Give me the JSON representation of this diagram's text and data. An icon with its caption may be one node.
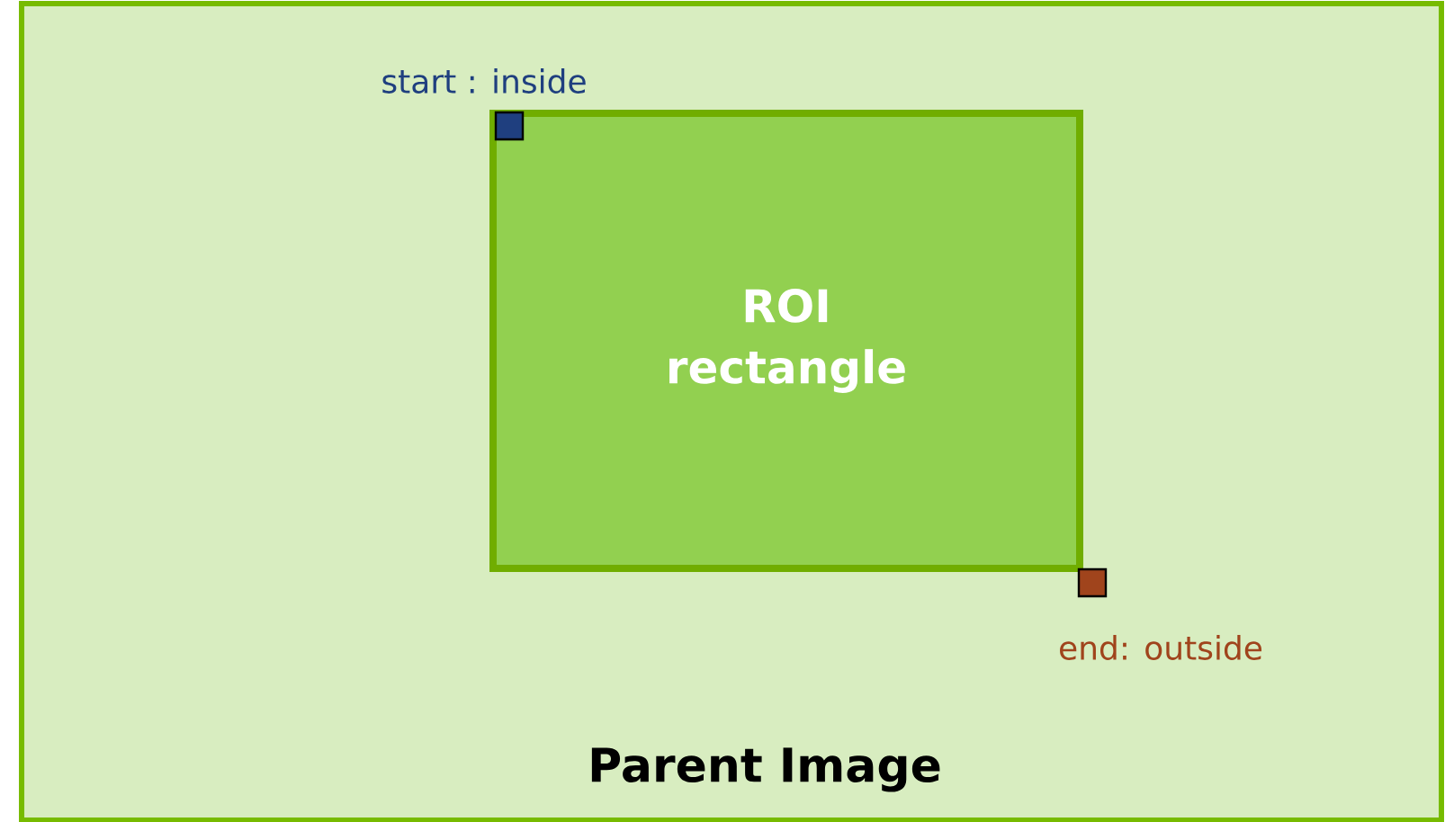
{
  "diagram": {
    "nodes": [
      {
        "text": [
          "Parent Image"
        ]
      },
      {
        "text": [
          "ROI rectangle"
        ],
        "in": 0
      },
      {
        "text": [],
        "shape": "box",
        "beside": [
          "start : inside"
        ],
        "in": 1
      },
      {
        "text": [],
        "shape": "box",
        "beside": [
          "end: outside"
        ],
        "in": 0
      }
    ]
  }
}
